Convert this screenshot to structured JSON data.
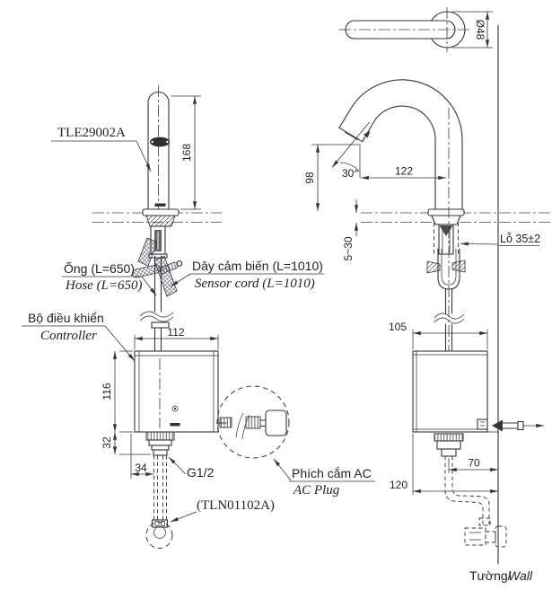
{
  "drawing": {
    "title": "TOTO touchless faucet installation dimension drawing",
    "colors": {
      "line": "#35353b",
      "background": "#ffffff"
    },
    "labels": {
      "product_code": "TLE29002A",
      "hose_vi": "Ống (L=650)",
      "hose_en": "Hose (L=650)",
      "sensor_vi": "Dây cảm biến (L=1010)",
      "sensor_en": "Sensor cord (L=1010)",
      "controller_vi": "Bộ điều khiển",
      "controller_en": "Controller",
      "ac_plug_vi": "Phích cắm AC",
      "ac_plug_en": "AC Plug",
      "stop_valve_code": "(TLN01102A)",
      "thread_size": "G1/2",
      "hole_note": "Lỗ 35±2",
      "wall_vi": "Tường/",
      "wall_en": "Wall"
    },
    "dims": {
      "spout_height": "168",
      "base_diameter": "Ø48",
      "outlet_height": "98",
      "spout_reach": "122",
      "spout_angle": "30°",
      "deck_thickness_range": "5~30",
      "controller_width": "112",
      "controller_height": "116",
      "controller_depth": "105",
      "controller_lower": "32",
      "outlet_pipe_offset": "34",
      "supply_wall_offset": "70",
      "controller_wall_offset": "120"
    }
  }
}
